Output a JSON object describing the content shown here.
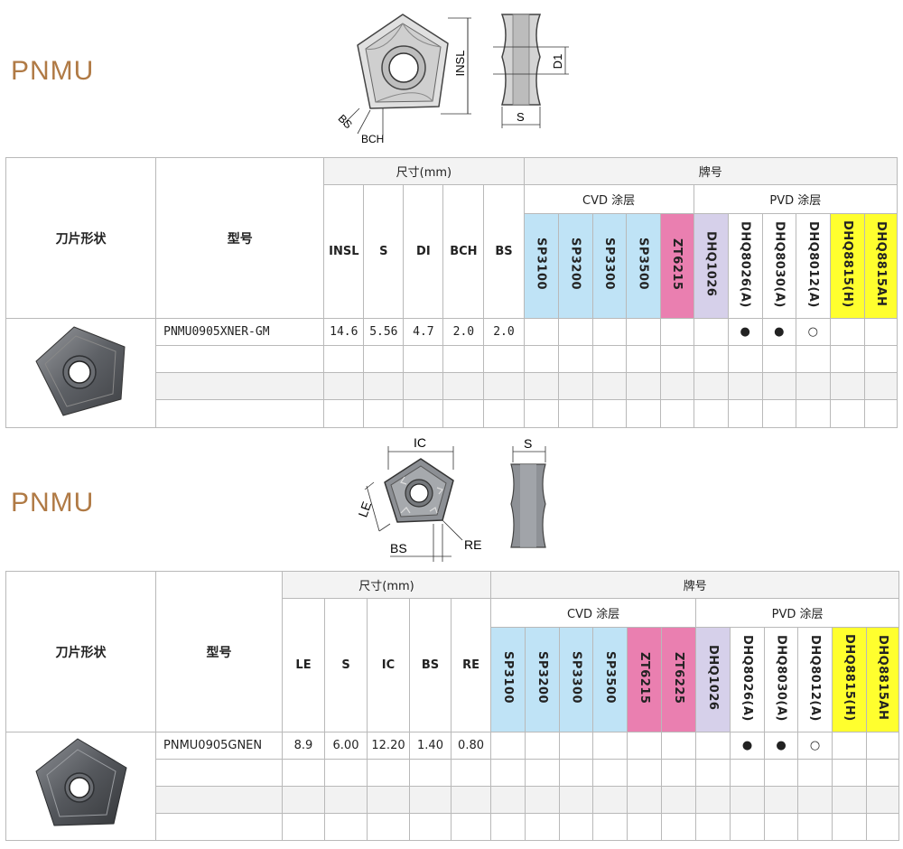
{
  "section1": {
    "label": "PNMU",
    "diagram_labels": {
      "insl": "INSL",
      "d1": "D1",
      "s": "S",
      "bs": "BS",
      "bch": "BCH"
    },
    "headers": {
      "shape": "刀片形状",
      "model": "型号",
      "dimension": "尺寸(mm)",
      "grade": "牌号",
      "cvd": "CVD 涂层",
      "pvd": "PVD 涂层",
      "dims": [
        "INSL",
        "S",
        "DI",
        "BCH",
        "BS"
      ],
      "cvd_grades": [
        "SP3100",
        "SP3200",
        "SP3300",
        "SP3500",
        "ZT6215"
      ],
      "pvd_grades": [
        "DHQ1026",
        "DHQ8026(A)",
        "DHQ8030(A)",
        "DHQ8012(A)",
        "DHQ8815(H)",
        "DHQ8815AH"
      ]
    },
    "rows": [
      {
        "model": "PNMU0905XNER-GM",
        "dims": [
          "14.6",
          "5.56",
          "4.7",
          "2.0",
          "2.0"
        ],
        "marks": [
          "",
          "",
          "",
          "",
          "",
          "",
          "●",
          "●",
          "○",
          "",
          ""
        ]
      }
    ]
  },
  "section2": {
    "label": "PNMU",
    "diagram_labels": {
      "ic": "IC",
      "s": "S",
      "le": "LE",
      "bs": "BS",
      "re": "RE"
    },
    "headers": {
      "shape": "刀片形状",
      "model": "型号",
      "dimension": "尺寸(mm)",
      "grade": "牌号",
      "cvd": "CVD 涂层",
      "pvd": "PVD 涂层",
      "dims": [
        "LE",
        "S",
        "IC",
        "BS",
        "RE"
      ],
      "cvd_grades": [
        "SP3100",
        "SP3200",
        "SP3300",
        "SP3500",
        "ZT6215",
        "ZT6225"
      ],
      "pvd_grades": [
        "DHQ1026",
        "DHQ8026(A)",
        "DHQ8030(A)",
        "DHQ8012(A)",
        "DHQ8815(H)",
        "DHQ8815AH"
      ]
    },
    "rows": [
      {
        "model": "PNMU0905GNEN",
        "dims": [
          "8.9",
          "6.00",
          "12.20",
          "1.40",
          "0.80"
        ],
        "marks": [
          "",
          "",
          "",
          "",
          "",
          "",
          "",
          "●",
          "●",
          "○",
          "",
          ""
        ]
      }
    ]
  },
  "colors": {
    "label": "#b07a45",
    "cvd_blue": "#bfe3f6",
    "pink": "#ea7fb0",
    "lavender": "#d6d0ea",
    "yellow": "#ffff2e"
  }
}
